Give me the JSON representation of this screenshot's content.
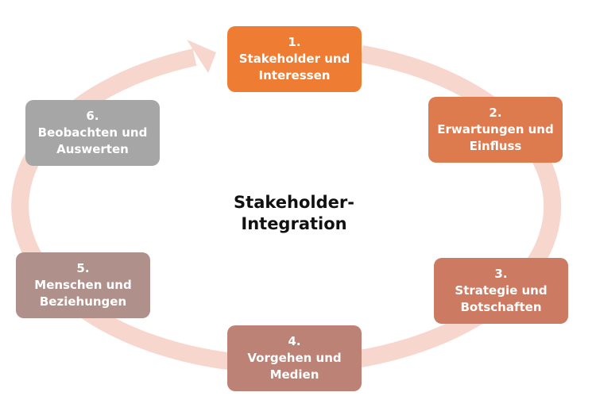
{
  "title_line1": "Stakeholder-",
  "title_line2": "Integration",
  "steps": [
    {
      "num": "1.",
      "line1": "Stakeholder und",
      "line2": "Interessen",
      "color": "#ee7d33"
    },
    {
      "num": "2.",
      "line1": "Erwartungen und",
      "line2": "Einfluss",
      "color": "#dd7a4e"
    },
    {
      "num": "3.",
      "line1": "Strategie und",
      "line2": "Botschaften",
      "color": "#cc7a61"
    },
    {
      "num": "4.",
      "line1": "Vorgehen und",
      "line2": "Medien",
      "color": "#bc8276"
    },
    {
      "num": "5.",
      "line1": "Menschen und",
      "line2": "Beziehungen",
      "color": "#b0908a"
    },
    {
      "num": "6.",
      "line1": "Beobachten und",
      "line2": "Auswerten",
      "color": "#a6a6a6"
    }
  ],
  "ring_color": "#f7d6cd"
}
